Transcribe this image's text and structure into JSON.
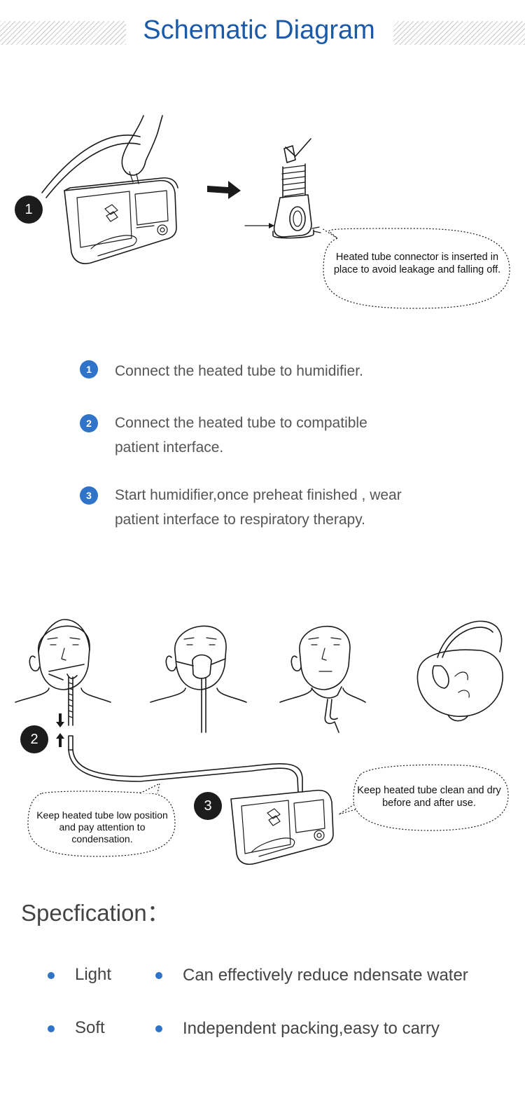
{
  "header": {
    "title": "Schematic Diagram"
  },
  "top_figure": {
    "step_number": "1",
    "callout": "Heated tube connector is inserted in place to avoid leakage and falling off."
  },
  "steps": [
    {
      "number": "1",
      "text": "Connect the heated tube to humidifier."
    },
    {
      "number": "2",
      "text": "Connect the heated tube to compatible patient interface."
    },
    {
      "number": "3",
      "text": "Start humidifier,once preheat finished , wear patient interface to respiratory therapy."
    }
  ],
  "bottom_figure": {
    "step_2_number": "2",
    "step_3_number": "3",
    "callout_left": "Keep heated tube low position and pay attention to condensation.",
    "callout_right": "Keep heated tube clean and dry before and after use."
  },
  "specification": {
    "title": "Specfication：",
    "items": [
      {
        "label": "Light",
        "feature": "Can effectively reduce ndensate water"
      },
      {
        "label": "Soft",
        "feature": "Independent packing,easy to carry"
      }
    ]
  },
  "colors": {
    "accent": "#1b5aa8",
    "bullet": "#2f74c8",
    "badge": "#1c1c1c"
  },
  "icons": [
    "humidifier-device-illustration",
    "connector-illustration",
    "checkmark-icon",
    "arrow-right-icon",
    "patient-face-illustration",
    "heated-tube-illustration"
  ]
}
